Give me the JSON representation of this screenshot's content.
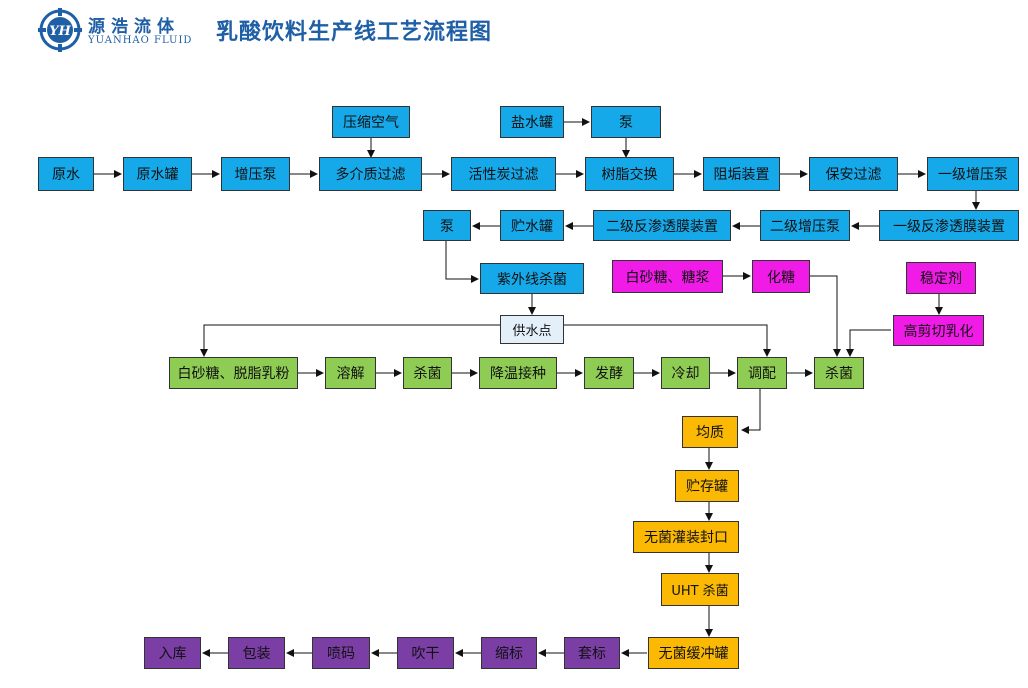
{
  "brand": {
    "logo_letters": "YH",
    "name_cn": "源浩流体",
    "name_en": "YUANHAO FLUID"
  },
  "title": "乳酸饮料生产线工艺流程图",
  "colors": {
    "blue": "#16a9ea",
    "green": "#8fcc54",
    "pink": "#f01be7",
    "orange": "#fbb903",
    "purple": "#7a3ea5",
    "light": "#e3f0fa",
    "brand": "#1f5fa6"
  },
  "nodes": {
    "compressed_air": "压缩空气",
    "brine_tank": "盐水罐",
    "pump_top": "泵",
    "raw_water": "原水",
    "raw_water_tank": "原水罐",
    "booster_pump": "增压泵",
    "multimedia_filter": "多介质过滤",
    "activated_carbon_filter": "活性炭过滤",
    "resin_exchange": "树脂交换",
    "scale_inhibitor": "阻垢装置",
    "security_filter": "保安过滤",
    "primary_high_pressure_pump": "一级增压泵",
    "pump_ro": "泵",
    "water_storage_tank": "贮水罐",
    "secondary_ro": "二级反渗透膜装置",
    "secondary_high_pressure_pump": "二级增压泵",
    "primary_ro": "一级反渗透膜装置",
    "uv_sterilization": "紫外线杀菌",
    "sugar_syrup": "白砂糖、糖浆",
    "sugar_melting": "化糖",
    "stabilizer": "稳定剂",
    "water_supply_point": "供水点",
    "high_shear_emulsify": "高剪切乳化",
    "sugar_milk_powder": "白砂糖、脱脂乳粉",
    "dissolve": "溶解",
    "sterilize_1": "杀菌",
    "cool_inoculate": "降温接种",
    "ferment": "发酵",
    "cooling": "冷却",
    "blending": "调配",
    "sterilize_2": "杀菌",
    "homogenize": "均质",
    "storage_tank": "贮存罐",
    "aseptic_filling": "无菌灌装封口",
    "uht_sterilize": "UHT 杀菌",
    "aseptic_buffer_tank": "无菌缓冲罐",
    "sleeve_label": "套标",
    "shrink_label": "缩标",
    "blow_dry": "吹干",
    "inkjet_code": "喷码",
    "packing": "包装",
    "warehousing": "入库"
  }
}
